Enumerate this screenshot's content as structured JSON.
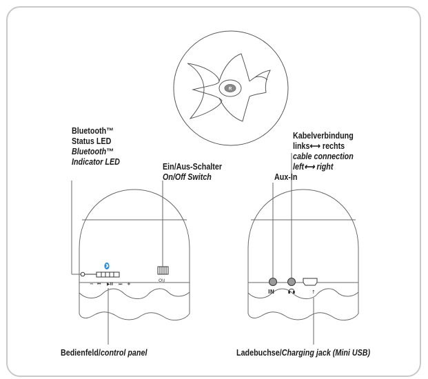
{
  "top_view": {
    "center_logo_letter": "R"
  },
  "left_unit": {
    "bluetooth_label": {
      "de_line1": "Bluetooth™",
      "de_line2": "Status LED",
      "en_line1": "Bluetooth™",
      "en_line2": "Indicator LED"
    },
    "switch_label": {
      "de": "Ein/Aus-Schalter",
      "en": "On/Off Switch"
    },
    "control_symbols": {
      "minus": "−",
      "prev": "⏮",
      "play_pause": "▶II",
      "next": "⏭",
      "plus": "+",
      "switch_marks": "O\\I"
    },
    "panel_label": {
      "de": "Bedienfeld/",
      "en": "control panel"
    }
  },
  "right_unit": {
    "aux_label": "Aux-In",
    "cable_label": {
      "de_line1": "Kabelverbindung",
      "de_line2": "links⟷ rechts",
      "en_line1": "cable connection",
      "en_line2": "left⟷ right"
    },
    "port_marks": {
      "in": "IN",
      "usb_arrow": "↑"
    },
    "charging_label": {
      "de": "Ladebuchse/",
      "en": "Charging jack (Mini USB)"
    }
  },
  "colors": {
    "outline": "#555555",
    "frame": "#c8c8c8",
    "bluetooth_led": "#1e88e5",
    "port_fill": "#999999"
  }
}
